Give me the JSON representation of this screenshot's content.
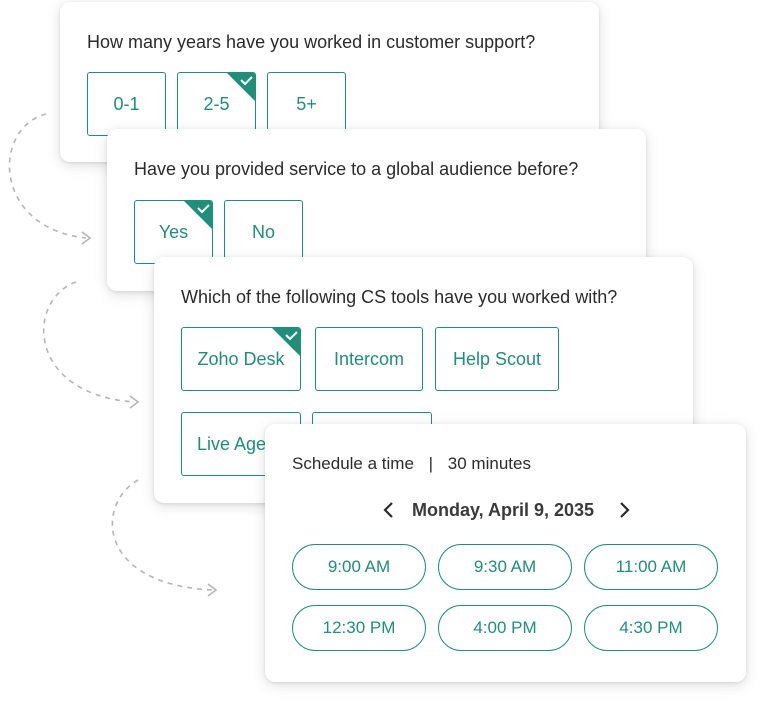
{
  "colors": {
    "accent": "#1e8f79",
    "connector": "#b5b5b5"
  },
  "card1": {
    "question": "How many years have you worked in customer support?",
    "options": [
      {
        "label": "0-1",
        "selected": false
      },
      {
        "label": "2-5",
        "selected": true
      },
      {
        "label": "5+",
        "selected": false
      }
    ]
  },
  "card2": {
    "question": "Have you provided service to a global audience before?",
    "options": [
      {
        "label": "Yes",
        "selected": true
      },
      {
        "label": "No",
        "selected": false
      }
    ]
  },
  "card3": {
    "question": "Which of the following CS tools have you worked with?",
    "options": [
      {
        "label": "Zoho Desk",
        "selected": true
      },
      {
        "label": "Intercom",
        "selected": false
      },
      {
        "label": "Help Scout",
        "selected": false
      },
      {
        "label": "Live Agent",
        "selected": false
      },
      {
        "label": "",
        "selected": false
      }
    ]
  },
  "schedule": {
    "title": "Schedule a time",
    "separator": "|",
    "duration": "30 minutes",
    "date": "Monday, April 9, 2035",
    "slots": [
      "9:00 AM",
      "9:30 AM",
      "11:00 AM",
      "12:30 PM",
      "4:00 PM",
      "4:30 PM"
    ]
  }
}
